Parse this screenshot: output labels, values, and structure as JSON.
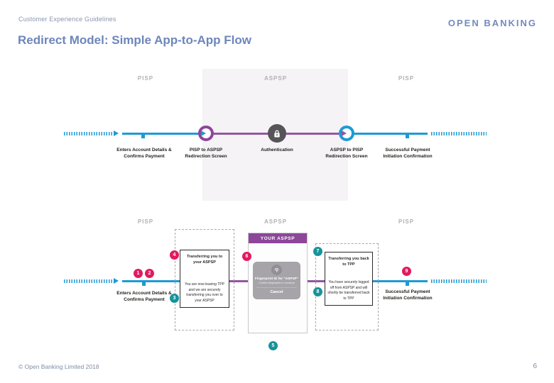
{
  "page": {
    "eyebrow": "Customer Experience Guidelines",
    "title": "Redirect Model: Simple App-to-App Flow",
    "logo": "OPEN BANKING",
    "footer_copyright": "© Open Banking Limited 2018",
    "page_number": "6"
  },
  "colors": {
    "accent_blue_line": "#1d9ad6",
    "accent_purple": "#8c4799",
    "pink_marker": "#e21a60",
    "teal_marker": "#17939b",
    "title_blue": "#6d86bb",
    "panel_gray": "#f5f3f5",
    "dark_circle": "#565359"
  },
  "top_flow": {
    "columns": [
      "PISP",
      "ASPSP",
      "PISP"
    ],
    "steps": [
      {
        "label": "Enters Account Details & Confirms Payment"
      },
      {
        "label": "PISP to ASPSP Redirection Screen"
      },
      {
        "label": "Authentication"
      },
      {
        "label": "ASPSP to PISP Redirection Screen"
      },
      {
        "label": "Successful Payment Initiation Confirmation"
      }
    ]
  },
  "bottom_flow": {
    "columns": [
      "PISP",
      "ASPSP",
      "PISP"
    ],
    "left_step_label": "Enters Account Details & Confirms Payment",
    "right_step_label": "Successful Payment Initiation Confirmation",
    "left_card": {
      "title": "Transferring you to your ASPSP",
      "body": "You are now leaving TPP and we are securely transferring you over to your ASPSP"
    },
    "right_card": {
      "title": "Transferring you back to TPP",
      "body": "You have securely logged off from ASPSP and will shortly be transferred back to TPP"
    },
    "phone": {
      "header": "YOUR ASPSP",
      "modal_title": "Fingerprint ID for \"ASPSP\"",
      "modal_subtitle": "Confirm fingerprint to continue",
      "modal_button": "Cancel"
    },
    "markers": [
      {
        "n": "1",
        "color": "pink"
      },
      {
        "n": "2",
        "color": "pink"
      },
      {
        "n": "3",
        "color": "teal"
      },
      {
        "n": "4",
        "color": "pink"
      },
      {
        "n": "5",
        "color": "teal"
      },
      {
        "n": "6",
        "color": "pink"
      },
      {
        "n": "7",
        "color": "teal"
      },
      {
        "n": "8",
        "color": "teal"
      },
      {
        "n": "9",
        "color": "pink"
      }
    ]
  }
}
